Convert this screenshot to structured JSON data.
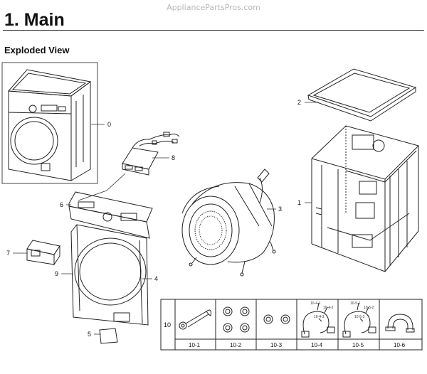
{
  "watermark": "AppliancePartsPros.com",
  "title": "1.  Main",
  "subtitle": "Exploded View",
  "callouts": {
    "c0": "0",
    "c1": "1",
    "c2": "2",
    "c3": "3",
    "c4": "4",
    "c5": "5",
    "c6": "6",
    "c7": "7",
    "c8": "8",
    "c9": "9",
    "c10": "10"
  },
  "parts_table": {
    "row_label": "10",
    "cells": [
      "10-1",
      "10-2",
      "10-3",
      "10-4",
      "10-5",
      "10-6"
    ],
    "sublabels": {
      "s10_4_1": "10-4-1",
      "s10_4_2": "10-4-2",
      "s10_4_3": "10-4-3",
      "s10_5_1": "10-5-1",
      "s10_5_2": "10-5-2",
      "s10_5_3": "10-5-3"
    }
  }
}
